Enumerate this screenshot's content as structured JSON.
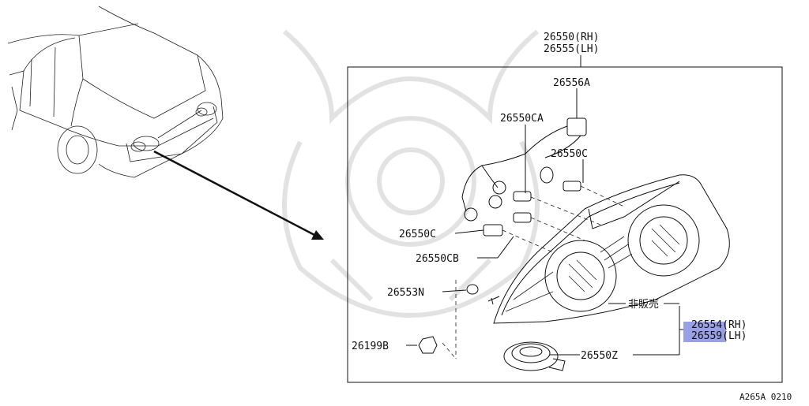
{
  "diagram": {
    "code": "A265A 0210",
    "assembly_label_rh": "26550(RH)",
    "assembly_label_lh": "26555(LH)",
    "highlight_color": "#9aa0e6",
    "parts": [
      {
        "id": "26556A"
      },
      {
        "id": "26550CA"
      },
      {
        "id": "26550C"
      },
      {
        "id": "26550C"
      },
      {
        "id": "26550CB"
      },
      {
        "id": "26553N"
      },
      {
        "id": "26199B"
      },
      {
        "id": "26550Z"
      }
    ],
    "not_for_sale": "非販売",
    "side_part_rh": "26554(RH)",
    "side_part_lh": "26559(LH)"
  }
}
